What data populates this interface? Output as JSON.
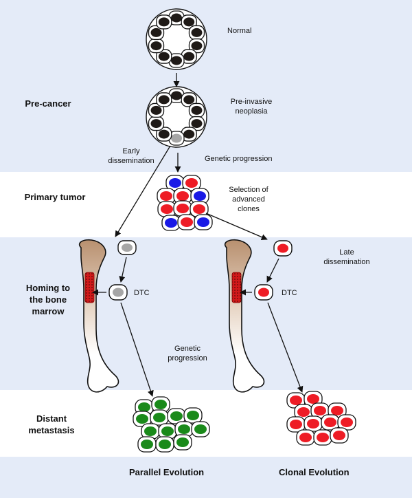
{
  "stages": {
    "pre_cancer": "Pre-cancer",
    "primary_tumor": "Primary tumor",
    "homing": "Homing to\nthe bone\nmarrow",
    "distant_metastasis": "Distant\nmetastasis"
  },
  "labels": {
    "normal": "Normal",
    "pre_invasive": "Pre-invasive\nneoplasia",
    "early_dissemination": "Early\ndissemination",
    "genetic_progression_1": "Genetic progression",
    "selection": "Selection of\nadvanced\nclones",
    "late_dissemination": "Late\ndissemination",
    "dtc_left": "DTC",
    "dtc_right": "DTC",
    "genetic_progression_2": "Genetic\nprogression"
  },
  "footer": {
    "parallel": "Parallel Evolution",
    "clonal": "Clonal Evolution"
  },
  "colors": {
    "band": "#e4ebf8",
    "nucleus_normal": "#1f1a17",
    "nucleus_gray": "#a6a6a6",
    "nucleus_red": "#ee1c25",
    "nucleus_blue": "#1a1ae6",
    "nucleus_green": "#1a8a1a",
    "marrow": "#cc1a1a",
    "bone_tint": "#c9a486"
  }
}
